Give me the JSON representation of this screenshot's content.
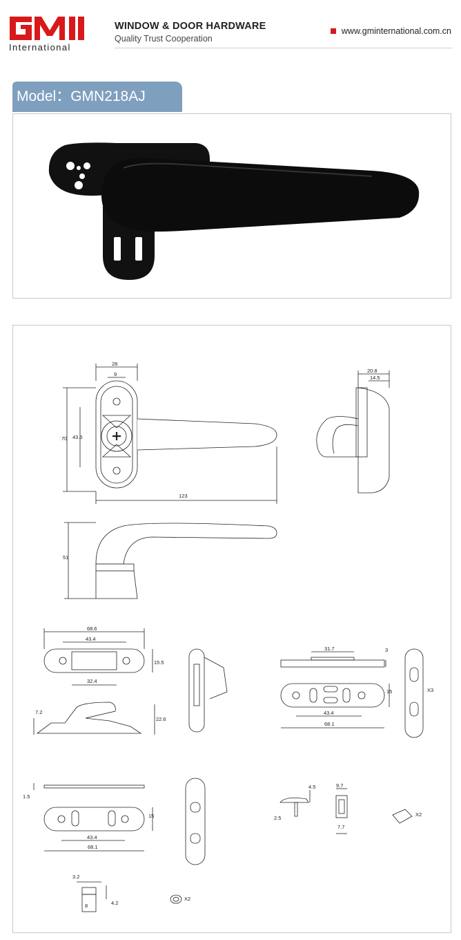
{
  "brand": {
    "logo_text": "GMI",
    "sub_text": "International",
    "accent_color": "#d8191a"
  },
  "header": {
    "title": "WINDOW & DOOR HARDWARE",
    "subtitle": "Quality  Trust  Cooperation",
    "website": "www.gminternational.com.cn"
  },
  "product": {
    "model_label": "Model：GMN218AJ"
  },
  "drawing": {
    "dims": {
      "d28": "28",
      "d9": "9",
      "d70": "70",
      "d43_5": "43.5",
      "d123": "123",
      "d20_8": "20.8",
      "d14_5": "14.5",
      "d51": "51",
      "d68_6": "68.6",
      "d43_4a": "43.4",
      "d15_5": "15.5",
      "d32_4": "32.4",
      "d7_2": "7.2",
      "d22_6": "22.6",
      "d31_7": "31.7",
      "d3": "3",
      "d15a": "15",
      "d43_4b": "43.4",
      "d68_1a": "68.1",
      "x3": "X3",
      "d1_5": "1.5",
      "d15b": "15",
      "d43_4c": "43.4",
      "d68_1b": "68.1",
      "d4_5": "4.5",
      "d2_5": "2.5",
      "d9_7": "9.7",
      "d7_7": "7.7",
      "x2a": "X2",
      "d3_2": "3.2",
      "d8": "8",
      "d4_2": "4.2",
      "x2b": "X2"
    }
  }
}
